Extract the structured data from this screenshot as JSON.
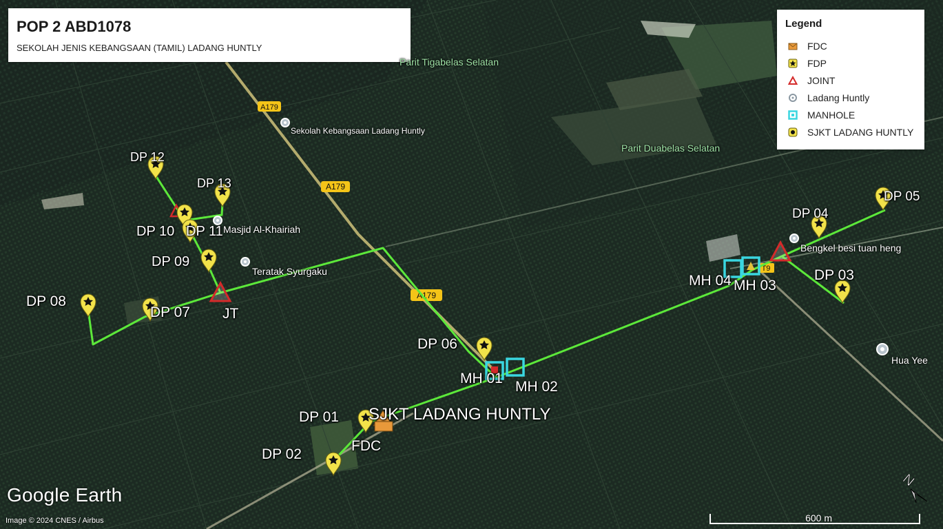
{
  "title": {
    "main": "POP 2 ABD1078",
    "sub": "SEKOLAH JENIS KEBANGSAAN (TAMIL) LADANG HUNTLY"
  },
  "legend": {
    "title": "Legend",
    "items": [
      {
        "label": "FDC",
        "icon": "fdc-envelope-icon",
        "color": "#e8993a"
      },
      {
        "label": "FDP",
        "icon": "fdp-star-icon",
        "color": "#f2e24a"
      },
      {
        "label": "JOINT",
        "icon": "joint-triangle-icon",
        "color": "#d42a2a"
      },
      {
        "label": "Ladang Huntly",
        "icon": "place-circle-icon",
        "color": "#b8c4cc"
      },
      {
        "label": "MANHOLE",
        "icon": "manhole-square-icon",
        "color": "#3ad6e0"
      },
      {
        "label": "SJKT LADANG HUNTLY",
        "icon": "school-dot-icon",
        "color": "#f2e24a"
      }
    ]
  },
  "markers": {
    "dp12": "DP 12",
    "dp13": "DP 13",
    "dp10": "DP 10",
    "dp11": "DP 11",
    "dp09": "DP 09",
    "dp08": "DP 08",
    "dp07": "DP 07",
    "jt": "JT",
    "dp06": "DP 06",
    "mh01": "MH 01",
    "mh02": "MH 02",
    "dp01": "DP 01",
    "sjkt": "SJKT LADANG HUNTLY",
    "fdc": "FDC",
    "dp02": "DP 02",
    "mh04": "MH 04",
    "mh03": "MH 03",
    "dp04": "DP 04",
    "dp05": "DP 05",
    "dp03": "DP 03"
  },
  "places": {
    "parit12": "Parit Tigabelas Selatan",
    "parit11": "Parit Duabelas Selatan",
    "school": "Sekolah Kebangsaan Ladang Huntly",
    "masjid": "Masjid Al-Khairiah",
    "teratak": "Teratak Syurgaku",
    "bengkel": "Bengkel besi tuan heng",
    "huayee": "Hua Yee"
  },
  "roads": {
    "a179": "A179",
    "t9": "T9"
  },
  "branding": {
    "google_earth": "Google Earth",
    "credit": "Image © 2024 CNES / Airbus"
  },
  "scale_bar": {
    "label": "600 m"
  },
  "colors": {
    "route": "#5ce83a",
    "road": "#cfc27a",
    "fdp": "#f2e24a",
    "joint": "#d42a2a",
    "manhole": "#3ad6e0",
    "fdc": "#e8993a"
  }
}
